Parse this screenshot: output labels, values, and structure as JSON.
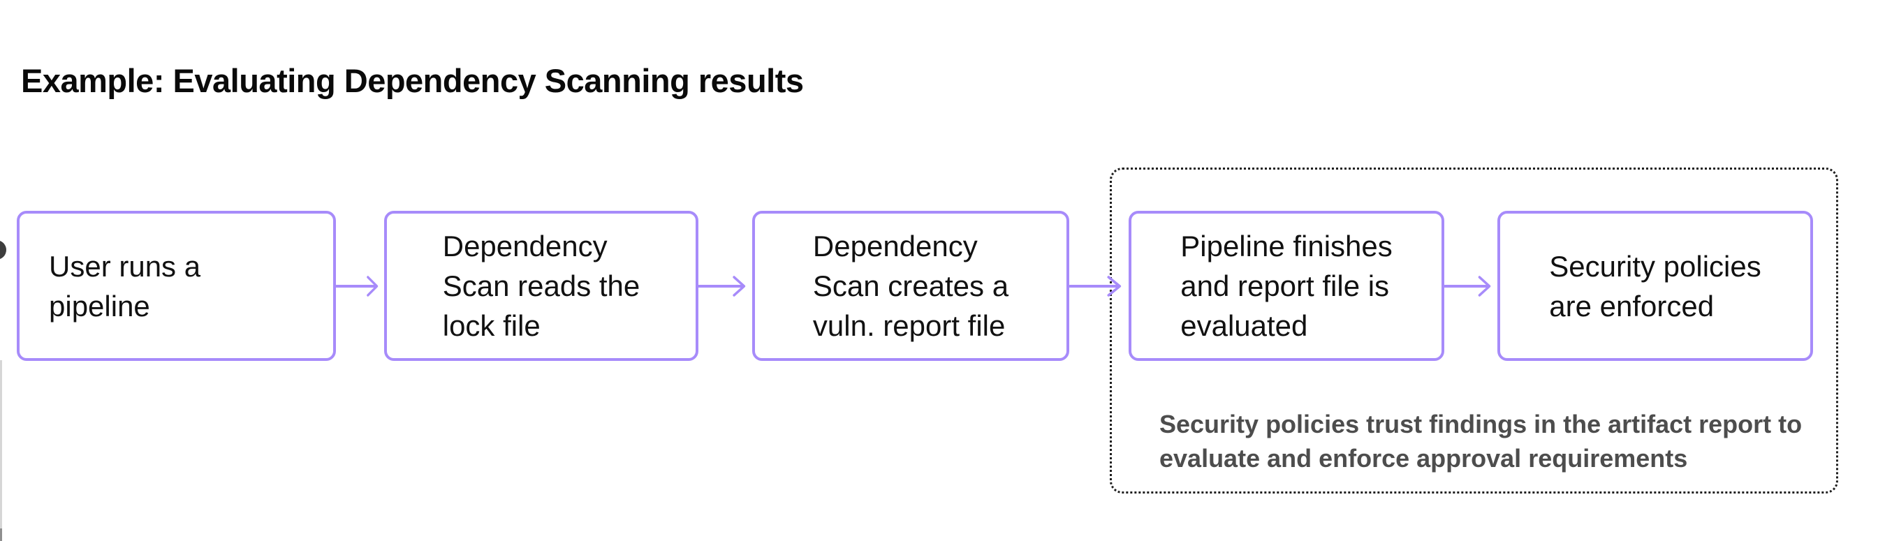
{
  "title": "Example: Evaluating Dependency Scanning results",
  "diagram": {
    "steps": [
      {
        "label": "User runs a\npipeline"
      },
      {
        "label": "Dependency\nScan reads the\nlock file"
      },
      {
        "label": "Dependency\nScan creates a\nvuln. report file"
      },
      {
        "label": "Pipeline finishes\nand report file is\nevaluated"
      },
      {
        "label": "Security policies\nare enforced"
      }
    ],
    "policy_group": {
      "note_line1": "Security policies trust findings in the artifact report to",
      "note_line2": "evaluate and enforce approval requirements"
    },
    "colors": {
      "node_border": "#a78bfa",
      "arrow": "#a78bfa",
      "group_border": "#1f1f1f",
      "node_text": "#111111",
      "note_text": "#4d4d4d",
      "title_text": "#0a0a0a"
    }
  }
}
